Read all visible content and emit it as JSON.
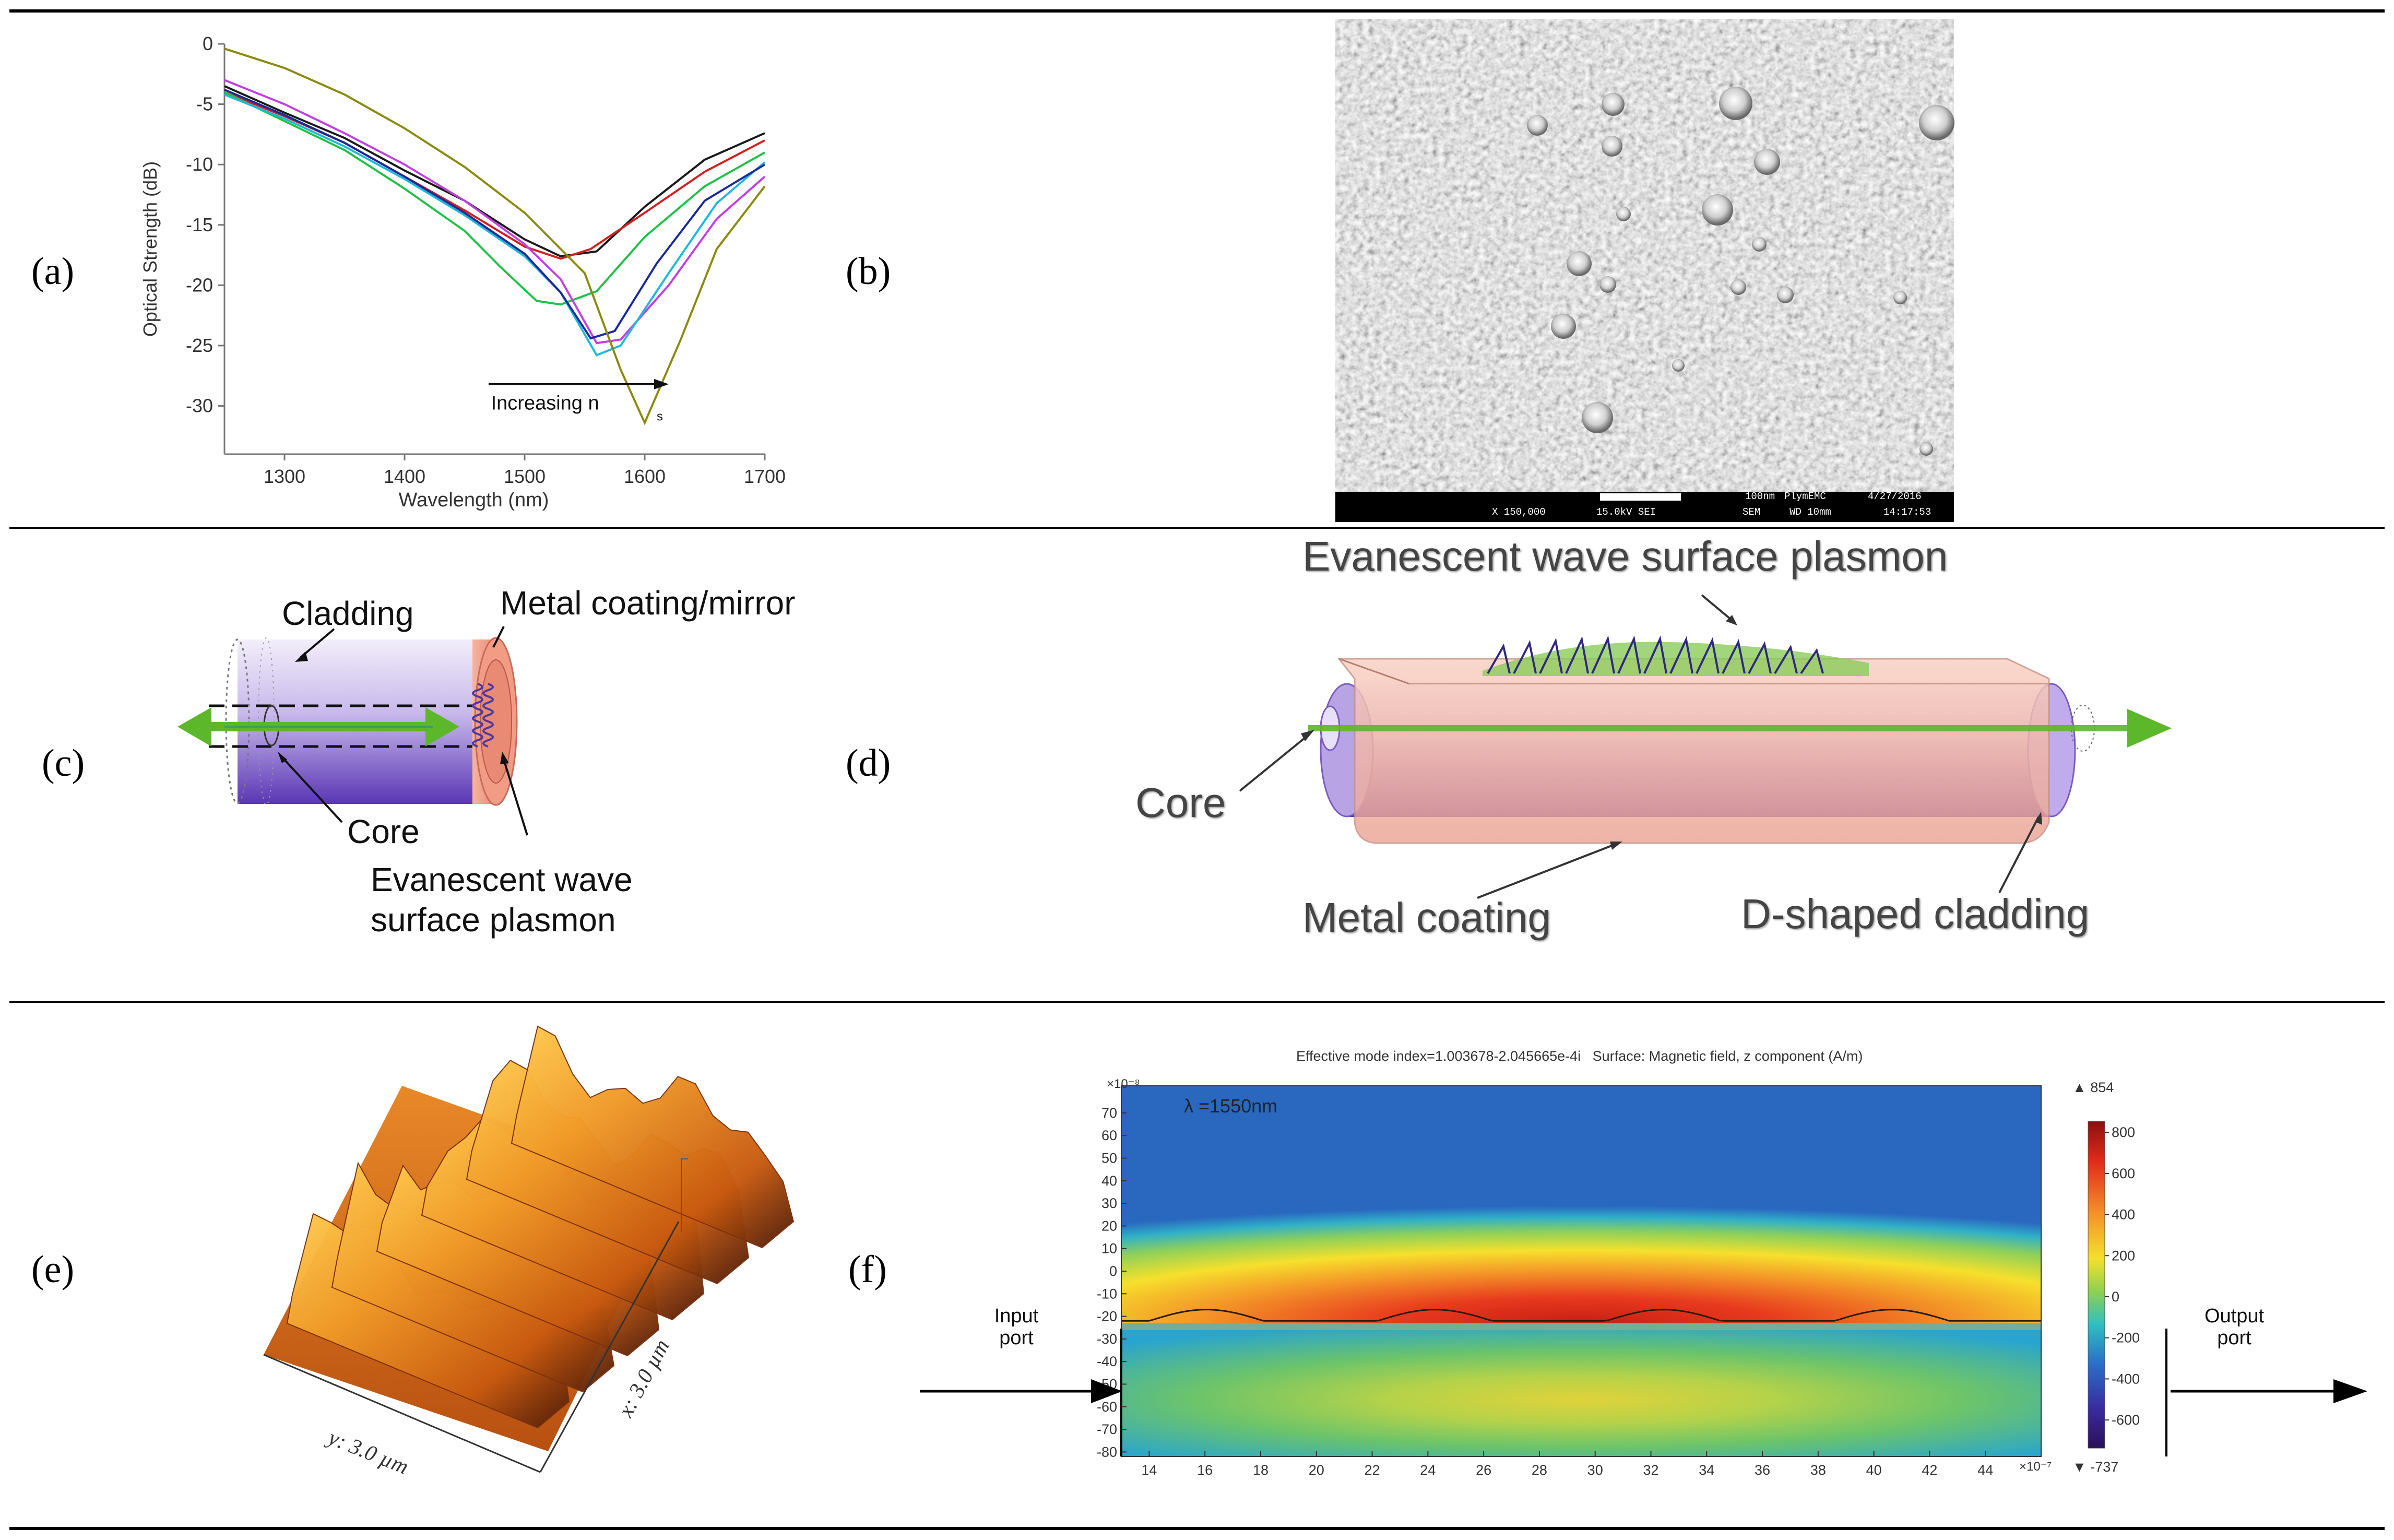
{
  "panel_labels": [
    "(a)",
    "(b)",
    "(c)",
    "(d)",
    "(e)",
    "(f)"
  ],
  "chart_data": [
    {
      "type": "line",
      "ylabel": "Optical Strength (dB)",
      "xlabel": "Wavelength (nm)",
      "xlim": [
        1250,
        1700
      ],
      "ylim": [
        -34,
        0
      ],
      "x_ticks": [
        1300,
        1400,
        1500,
        1600,
        1700
      ],
      "x_tick_labels": [
        "1300",
        "1400",
        "1500",
        "1600",
        "1700"
      ],
      "y_ticks": [
        0,
        -5,
        -10,
        -15,
        -20,
        -25,
        -30
      ],
      "y_tick_labels": [
        "0",
        "-5",
        "-10",
        "-15",
        "-20",
        "-25",
        "-30"
      ],
      "annotation": "Increasing n",
      "annotation_sub": "s",
      "series": [
        {
          "color": "#1a1a1a",
          "x": [
            1250,
            1300,
            1350,
            1400,
            1450,
            1500,
            1530,
            1560,
            1600,
            1650,
            1700
          ],
          "y": [
            -3.5,
            -5.7,
            -7.8,
            -10.5,
            -13.0,
            -16.2,
            -17.6,
            -17.2,
            -13.5,
            -9.6,
            -7.4
          ]
        },
        {
          "color": "#d42020",
          "x": [
            1250,
            1300,
            1350,
            1400,
            1450,
            1500,
            1530,
            1555,
            1600,
            1650,
            1700
          ],
          "y": [
            -4.0,
            -6.0,
            -8.2,
            -11.0,
            -13.8,
            -16.8,
            -17.8,
            -17.0,
            -14.0,
            -10.6,
            -8.0
          ]
        },
        {
          "color": "#22c04a",
          "x": [
            1250,
            1300,
            1350,
            1400,
            1450,
            1480,
            1510,
            1530,
            1560,
            1600,
            1650,
            1700
          ],
          "y": [
            -4.0,
            -6.4,
            -8.8,
            -12.0,
            -15.5,
            -18.5,
            -21.3,
            -21.6,
            -20.5,
            -16.0,
            -11.8,
            -9.0
          ]
        },
        {
          "color": "#c040e0",
          "x": [
            1250,
            1300,
            1350,
            1400,
            1450,
            1500,
            1530,
            1560,
            1580,
            1620,
            1660,
            1700
          ],
          "y": [
            -3.0,
            -5.0,
            -7.4,
            -10.0,
            -13.0,
            -16.6,
            -19.5,
            -24.8,
            -24.5,
            -20.0,
            -14.5,
            -11.0
          ]
        },
        {
          "color": "#20b8d8",
          "x": [
            1250,
            1300,
            1350,
            1400,
            1450,
            1500,
            1530,
            1560,
            1580,
            1620,
            1660,
            1700
          ],
          "y": [
            -4.2,
            -6.2,
            -8.5,
            -11.2,
            -14.2,
            -17.6,
            -20.6,
            -25.8,
            -25.0,
            -19.0,
            -13.2,
            -9.8
          ]
        },
        {
          "color": "#1a2a9a",
          "x": [
            1250,
            1300,
            1350,
            1400,
            1450,
            1500,
            1530,
            1555,
            1575,
            1610,
            1650,
            1700
          ],
          "y": [
            -3.8,
            -5.9,
            -8.2,
            -11.0,
            -14.0,
            -17.4,
            -20.6,
            -24.4,
            -23.8,
            -18.2,
            -13.0,
            -10.0
          ]
        },
        {
          "color": "#8a8a10",
          "x": [
            1250,
            1300,
            1350,
            1400,
            1450,
            1500,
            1550,
            1580,
            1600,
            1630,
            1660,
            1700
          ],
          "y": [
            -0.4,
            -2.0,
            -4.2,
            -7.0,
            -10.2,
            -14.0,
            -19.0,
            -27.0,
            -31.4,
            -24.5,
            -17.0,
            -11.8
          ]
        }
      ]
    },
    {
      "type": "heatmap",
      "title": "Effective mode index=1.003678-2.045665e-4i   Surface: Magnetic field, z component (A/m)",
      "annotation": "λ =1550nm",
      "y_exponent": "×10⁻⁸",
      "x_exponent": "×10⁻⁷",
      "xlim": [
        13,
        46
      ],
      "ylim": [
        -82,
        82
      ],
      "x_ticks": [
        14,
        16,
        18,
        20,
        22,
        24,
        26,
        28,
        30,
        32,
        34,
        36,
        38,
        40,
        42,
        44
      ],
      "x_tick_labels": [
        "14",
        "16",
        "18",
        "20",
        "22",
        "24",
        "26",
        "28",
        "30",
        "32",
        "34",
        "36",
        "38",
        "40",
        "42",
        "44"
      ],
      "y_ticks": [
        70,
        60,
        50,
        40,
        30,
        20,
        10,
        0,
        -10,
        -20,
        -30,
        -40,
        -50,
        -60,
        -70,
        -80
      ],
      "y_tick_labels": [
        "70",
        "60",
        "50",
        "40",
        "30",
        "20",
        "10",
        "0",
        "-10",
        "-20",
        "-30",
        "-40",
        "-50",
        "-60",
        "-70",
        "-80"
      ],
      "colorbar_max_label": "▲ 854",
      "colorbar_min_label": "▼ -737",
      "colorbar_range": [
        -737,
        854
      ],
      "colorbar_ticks": [
        800,
        600,
        400,
        200,
        0,
        -200,
        -400,
        -600
      ],
      "colorbar_tick_labels": [
        "800",
        "600",
        "400",
        "200",
        "0",
        "-200",
        "-400",
        "-600"
      ],
      "input_port_label": "Input port",
      "output_port_label": "Output port"
    }
  ],
  "panel_c": {
    "cladding": "Cladding",
    "metal": "Metal coating/mirror",
    "core": "Core",
    "evanescent_1": "Evanescent wave",
    "evanescent_2": "surface plasmon"
  },
  "panel_d": {
    "evanescent": "Evanescent wave surface plasmon",
    "core": "Core",
    "metal": "Metal coating",
    "cladding": "D-shaped cladding"
  },
  "panel_e": {
    "x_axis": "x: 3.0 µm",
    "y_axis": "y: 3.0 µm"
  },
  "sem": {
    "magnification": "X 150,000",
    "voltage": "15.0kV SEI",
    "scale": "100nm",
    "lab": "PlymEMC",
    "date": "4/27/2016",
    "mode": "SEM",
    "wd": "WD 10mm",
    "time": "14:17:53"
  },
  "colors": {
    "green_arrow": "#5cb82a",
    "cladding_purple": "#6a4cc0",
    "metal_pink": "#f0a090"
  }
}
